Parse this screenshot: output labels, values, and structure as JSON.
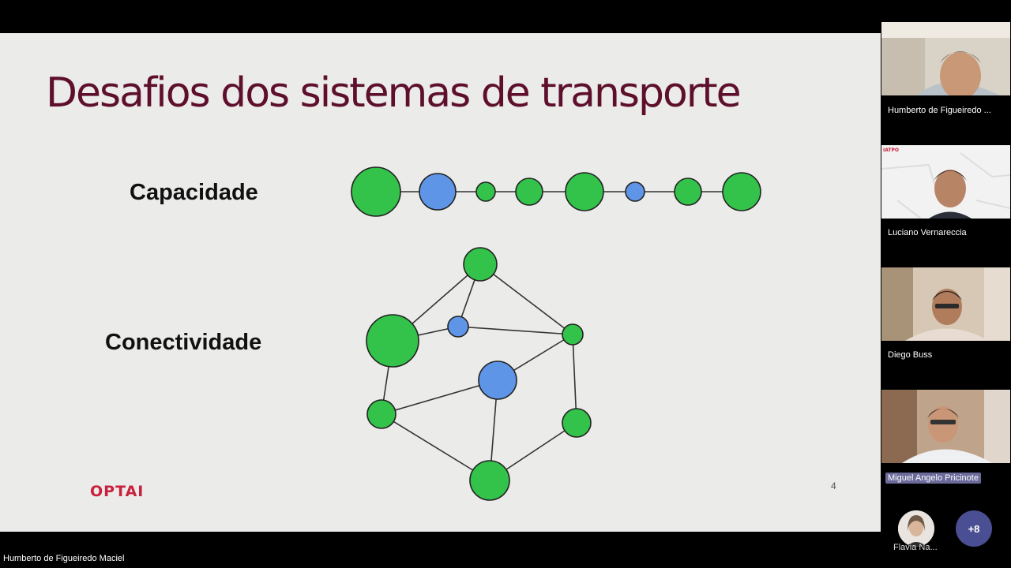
{
  "slide": {
    "title": "Desafios dos sistemas de transporte",
    "label_capacity": "Capacidade",
    "label_connectivity": "Conectividade",
    "logo": "OPTAI",
    "page_number": "4",
    "node_green": "#33c24a",
    "node_blue": "#5f95e6"
  },
  "participants": [
    {
      "name": "Humberto de Figueiredo ..."
    },
    {
      "name": "Luciano Vernareccia"
    },
    {
      "name": "Diego Buss"
    },
    {
      "name": "Miguel Angelo Pricinote",
      "speaking": true
    }
  ],
  "extra_participant": {
    "name": "Flavia Na..."
  },
  "more_count": "+8",
  "presenter_label": "Humberto de Figueiredo Maciel"
}
